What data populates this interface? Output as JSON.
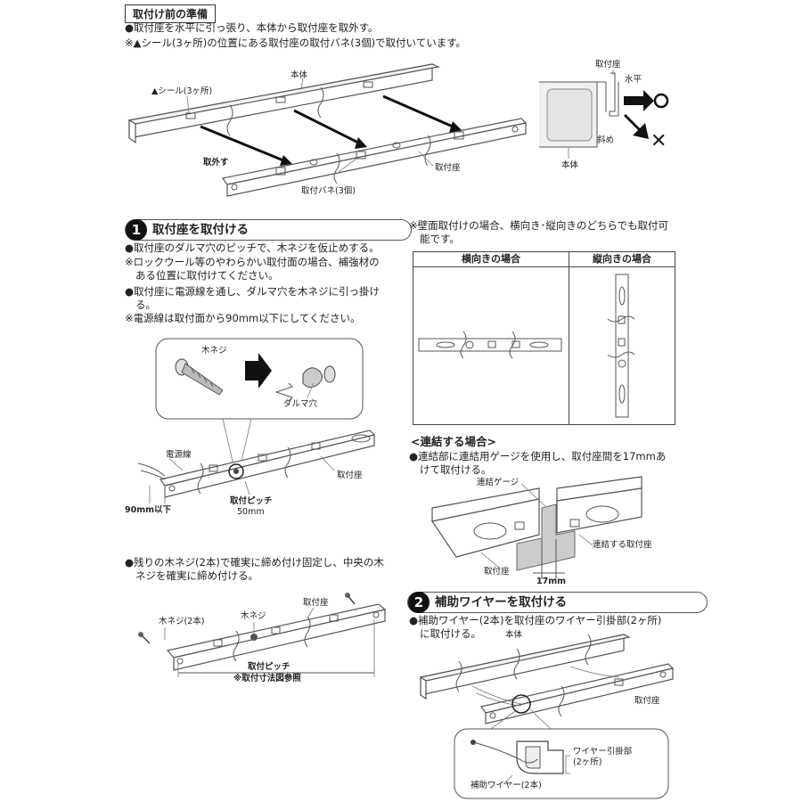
{
  "prep": {
    "title": "取付け前の準備",
    "line1": "●取付座を水平に引っ張り、本体から取付座を取外す。",
    "line2": "※▲シール(3ヶ所)の位置にある取付座の取付バネ(3個)で取付いています。",
    "labels": {
      "seal": "▲シール(3ヶ所)",
      "body_top": "本体",
      "remove": "取外す",
      "spring": "取付バネ(3個)",
      "base_right": "取付座",
      "side_base": "取付座",
      "horizontal": "水平",
      "diagonal": "斜め",
      "side_body": "本体",
      "ok_mark": "○",
      "ng_mark": "✕"
    }
  },
  "step1": {
    "num": "1",
    "title": "取付座を取付ける",
    "lines": [
      "●取付座のダルマ穴のピッチで、木ネジを仮止めする。",
      "※ロックウール等のやわらかい取付面の場合、補強材の",
      "ある位置に取付けてください。",
      "●取付座に電源線を通し、ダルマ穴を木ネジに引っ掛け",
      "る。",
      "※電源線は取付面から90mm以下にしてください。"
    ],
    "labels": {
      "screw": "木ネジ",
      "daruma": "ダルマ穴",
      "cable": "電源線",
      "base": "取付座",
      "limit": "90mm以下",
      "pitch": "取付ピッチ",
      "pitch_val": "50mm"
    },
    "fix_lines": [
      "●残りの木ネジ(2本)で確実に締め付け固定し、中央の木",
      "ネジを確実に締め付ける。"
    ],
    "fix_labels": {
      "screw2": "木ネジ(2本)",
      "screw": "木ネジ",
      "base": "取付座",
      "pitch": "取付ピッチ",
      "pitch_note": "※取付寸法図参照"
    }
  },
  "wall": {
    "lines": [
      "※壁面取付けの場合、横向き･縦向きのどちらでも取付可",
      "能です。"
    ],
    "col_h": "横向きの場合",
    "col_v": "縦向きの場合"
  },
  "connect": {
    "title": "<連結する場合>",
    "lines": [
      "●連結部に連結用ゲージを使用し、取付座間を17mmあ",
      "けて取付ける。"
    ],
    "labels": {
      "gauge": "連結ゲージ",
      "adjacent": "連結する取付座",
      "base": "取付座",
      "gap": "17mm"
    }
  },
  "step2": {
    "num": "2",
    "title": "補助ワイヤーを取付ける",
    "lines": [
      "●補助ワイヤー(2本)を取付座のワイヤー引掛部(2ヶ所)",
      "に取付ける。"
    ],
    "labels": {
      "body": "本体",
      "base": "取付座",
      "hook1": "ワイヤー引掛部",
      "hook2": "(2ヶ所)",
      "wire": "補助ワイヤー(2本)"
    }
  }
}
